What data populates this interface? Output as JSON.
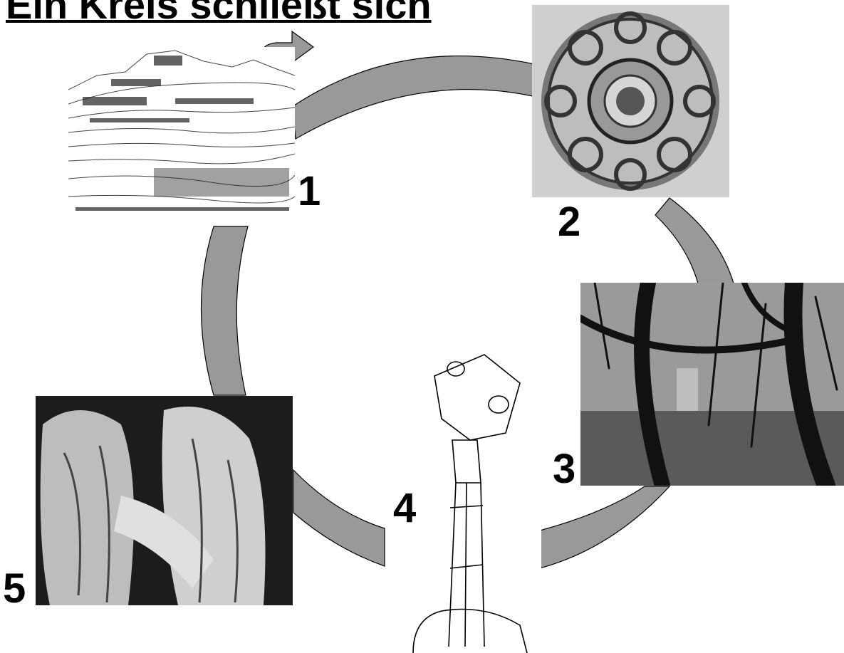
{
  "title": "Ein Kreis schließt sich",
  "steps": [
    {
      "number": "1",
      "picture": "mountain-landscape-sketch"
    },
    {
      "number": "2",
      "picture": "ornamental-brooch"
    },
    {
      "number": "3",
      "picture": "forest-with-ruin"
    },
    {
      "number": "4",
      "picture": "stone-cross-line-drawing"
    },
    {
      "number": "5",
      "picture": "tomb-effigy-sculpture"
    }
  ],
  "colors": {
    "ring": "#999999",
    "ring_stroke": "#000000",
    "text": "#000000"
  }
}
